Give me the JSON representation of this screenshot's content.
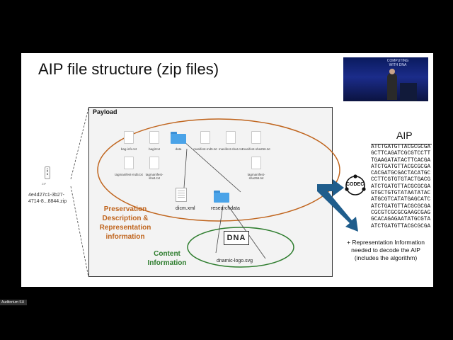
{
  "slide": {
    "title": "AIP file structure (zip files)",
    "payload_label": "Payload",
    "zip": {
      "icon": "zip-file-icon",
      "caption": "ZIP",
      "name": "4e4d27c1-3b27-4714-8...8844.zip"
    },
    "files": [
      {
        "label": "bag-info.txt",
        "icon": "text-file-icon"
      },
      {
        "label": "bagit.txt",
        "icon": "text-file-icon"
      },
      {
        "label": "data",
        "icon": "folder-icon"
      },
      {
        "label": "manifest-md5.txt",
        "icon": "text-file-icon"
      },
      {
        "label": "manifest-sha1.txt",
        "icon": "text-file-icon"
      },
      {
        "label": "manifest-sha256.txt",
        "icon": "text-file-icon"
      },
      {
        "label": "tagmanifest-md5.txt",
        "icon": "text-file-icon"
      },
      {
        "label": "tagmanifest-sha1.txt",
        "icon": "text-file-icon"
      },
      {
        "label": "tagmanifest-sha256.txt",
        "icon": "text-file-icon"
      }
    ],
    "dicm_label": "dicm.xml",
    "researchdata_label": "researchdata",
    "dna_logo_text": "DNA",
    "dna_logo_label": "dnamic-logo.svg",
    "preservation_label": "Preservation Description & Representation information",
    "content_label": "Content Information",
    "aip_title": "AIP",
    "codec_label": "CODEC",
    "sequences": [
      "ATCTGATGTTACGCGCGA",
      "GCTTCAGATCGCGTCCTT",
      "TGAAGATATACTTCACGA",
      "ATCTGATGTTACGCGCGA",
      "CACGATGCGACTACATGC",
      "CCTTCGTGTGTACTGACG",
      "ATCTGATGTTACGCGCGA",
      "GTGCTGTGTATAATATAC",
      "ATGCGTCATATGAGCATC",
      "ATCTGATGTTACGCGCGA",
      "CGCGTCGCGCGAAGCGAG",
      "GCACAGAGAATATGCGTA",
      "ATCTGATGTTACGCGCGA"
    ],
    "rep_info": "+ Representation Information needed to decode the AIP (includes the algorithm)"
  },
  "speaker_label": "Auditorium SU",
  "camera_sign": "COMPUTING WITH DNA",
  "colors": {
    "orange": "#c0651e",
    "green": "#2e7d2e",
    "arrow": "#1f5d8c",
    "folder": "#4aa3e8"
  }
}
